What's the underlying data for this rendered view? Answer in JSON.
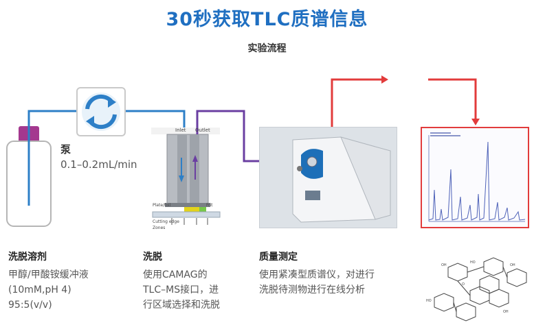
{
  "title": "30秒获取TLC质谱信息",
  "subtitle": "实验流程",
  "pump": {
    "label": "泵",
    "rate": "0.1–0.2mL/min"
  },
  "probe": {
    "inlet": "Inlet",
    "outlet": "Outlet",
    "plate": "Plate/foil",
    "frit": "Frit",
    "cutting": "Cutting edge",
    "zones": "Zones"
  },
  "steps": [
    {
      "heading": "洗脱溶剂",
      "lines": [
        "甲醇/甲酸铵缓冲液",
        "(10mM,pH 4)",
        "95:5(v/v)"
      ]
    },
    {
      "heading": "洗脱",
      "lines": [
        "使用CAMAG的",
        "TLC–MS接口，进",
        "行区域选择和洗脱"
      ]
    },
    {
      "heading": "质量测定",
      "lines": [
        "使用紧凑型质谱仪，对进行",
        "洗脱待测物进行在线分析"
      ]
    }
  ],
  "colors": {
    "title": "#1f6fc1",
    "flow_blue": "#2d7fc7",
    "flow_purple": "#6a3ea1",
    "flow_red": "#e23b3b",
    "bottle_cap": "#a4388f"
  },
  "icons": [
    "pump-cycle-icon",
    "bottle-icon",
    "mass-spectrometer-image",
    "spectrum-image",
    "molecule-structure-image"
  ]
}
